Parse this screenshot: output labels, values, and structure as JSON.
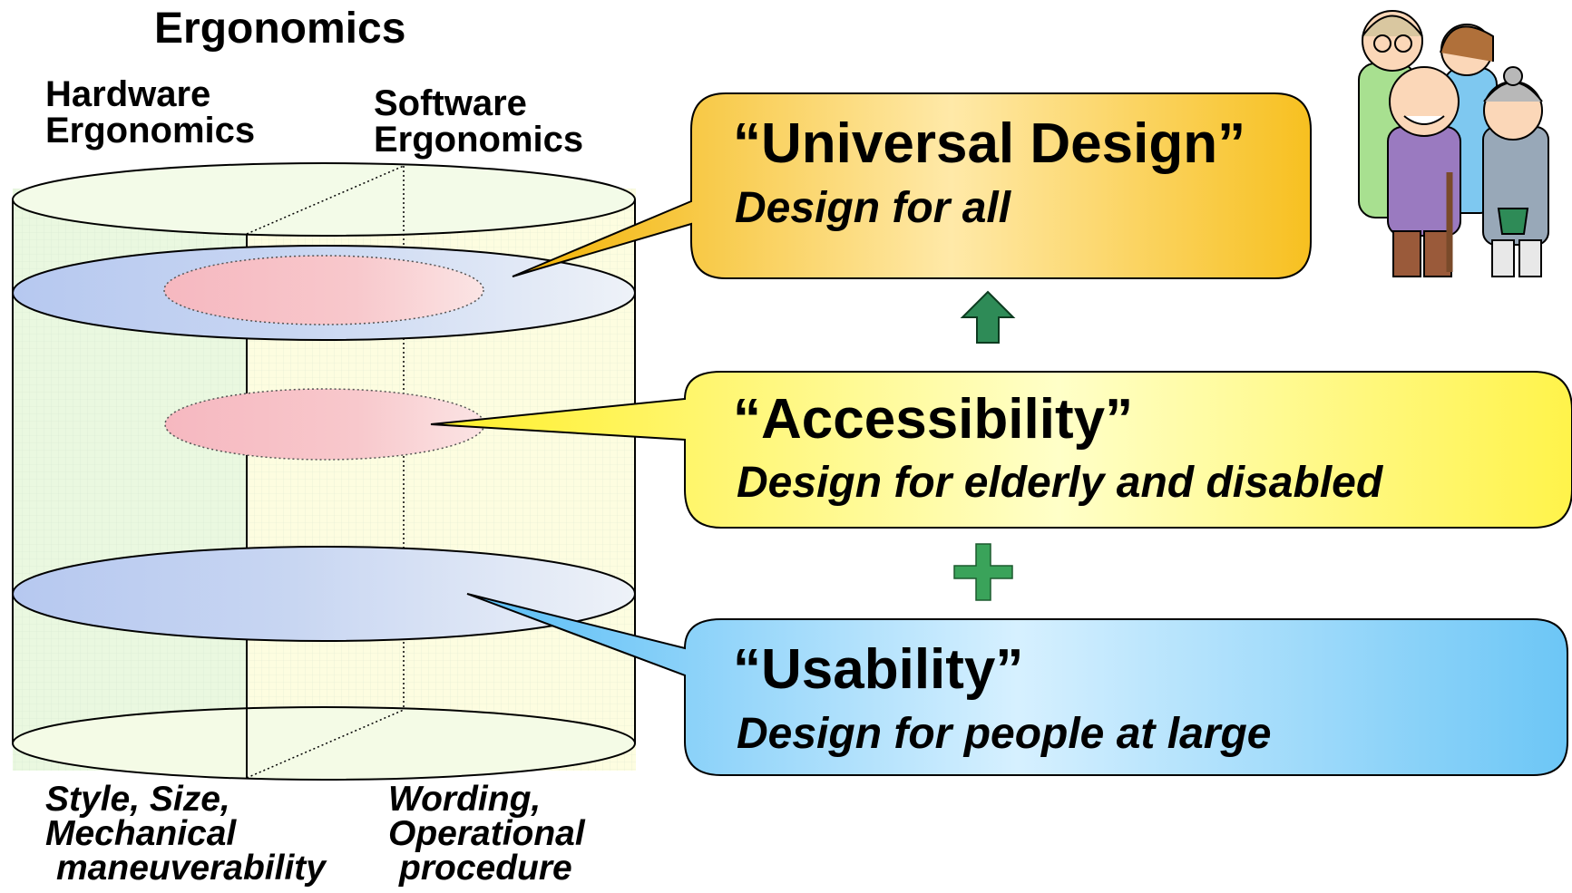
{
  "title": "Ergonomics",
  "columns": {
    "hardware": {
      "line1": "Hardware",
      "line2": "Ergonomics"
    },
    "software": {
      "line1": "Software",
      "line2": "Ergonomics"
    }
  },
  "bottom_labels": {
    "hardware": {
      "line1": "Style, Size,",
      "line2": "Mechanical",
      "line3": "maneuverability"
    },
    "software": {
      "line1": "Wording,",
      "line2": "Operational",
      "line3": "procedure"
    }
  },
  "callouts": {
    "universal": {
      "title": "“Universal Design”",
      "subtitle": "Design for all",
      "color": "#f5b400"
    },
    "accessibility": {
      "title": "“Accessibility”",
      "subtitle": "Design for elderly and disabled",
      "color": "#fff200"
    },
    "usability": {
      "title": "“Usability”",
      "subtitle": "Design for people at large",
      "color": "#5bc0f5"
    }
  },
  "connectors": {
    "up_arrow_color": "#2e8b57",
    "plus_color": "#3aa35a"
  },
  "illustration": {
    "name": "elderly-family"
  }
}
